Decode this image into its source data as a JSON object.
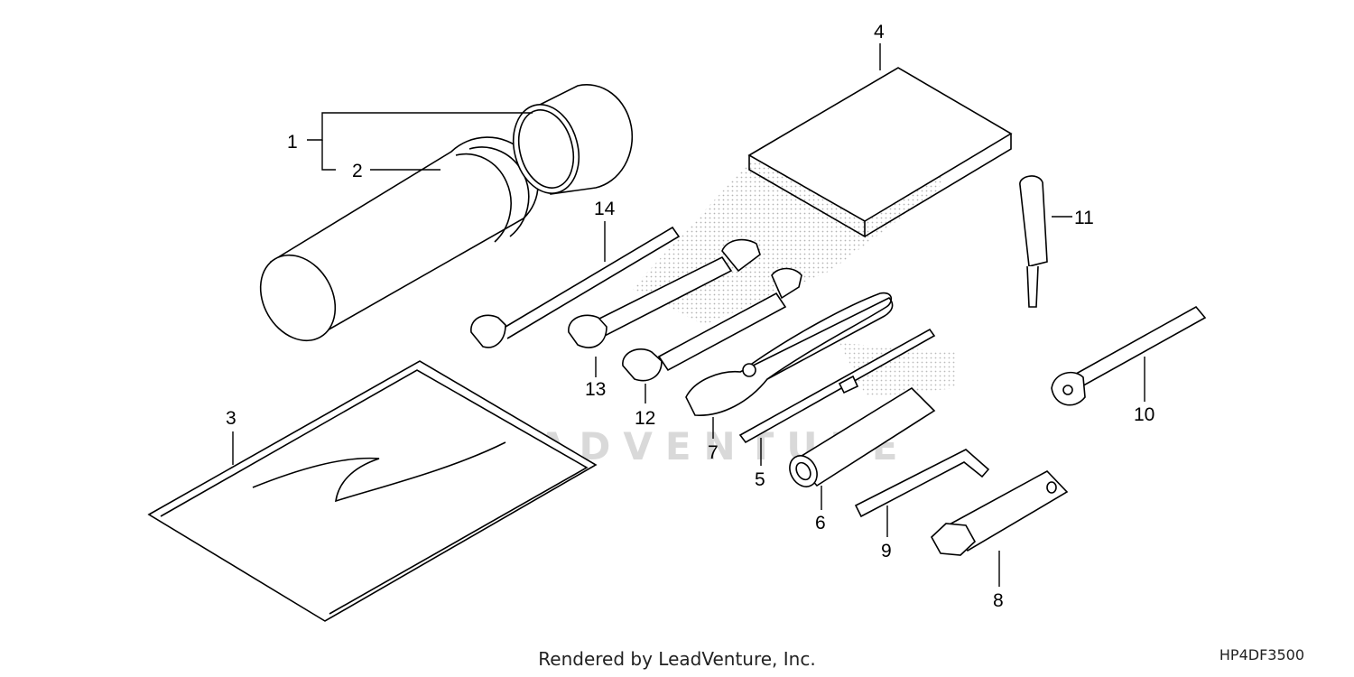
{
  "watermark": "LEADVENTURE",
  "footer": "Rendered by LeadVenture, Inc.",
  "diagram_code": "HP4DF3500",
  "callouts": [
    "1",
    "2",
    "3",
    "4",
    "5",
    "6",
    "7",
    "8",
    "9",
    "10",
    "11",
    "12",
    "13",
    "14"
  ]
}
